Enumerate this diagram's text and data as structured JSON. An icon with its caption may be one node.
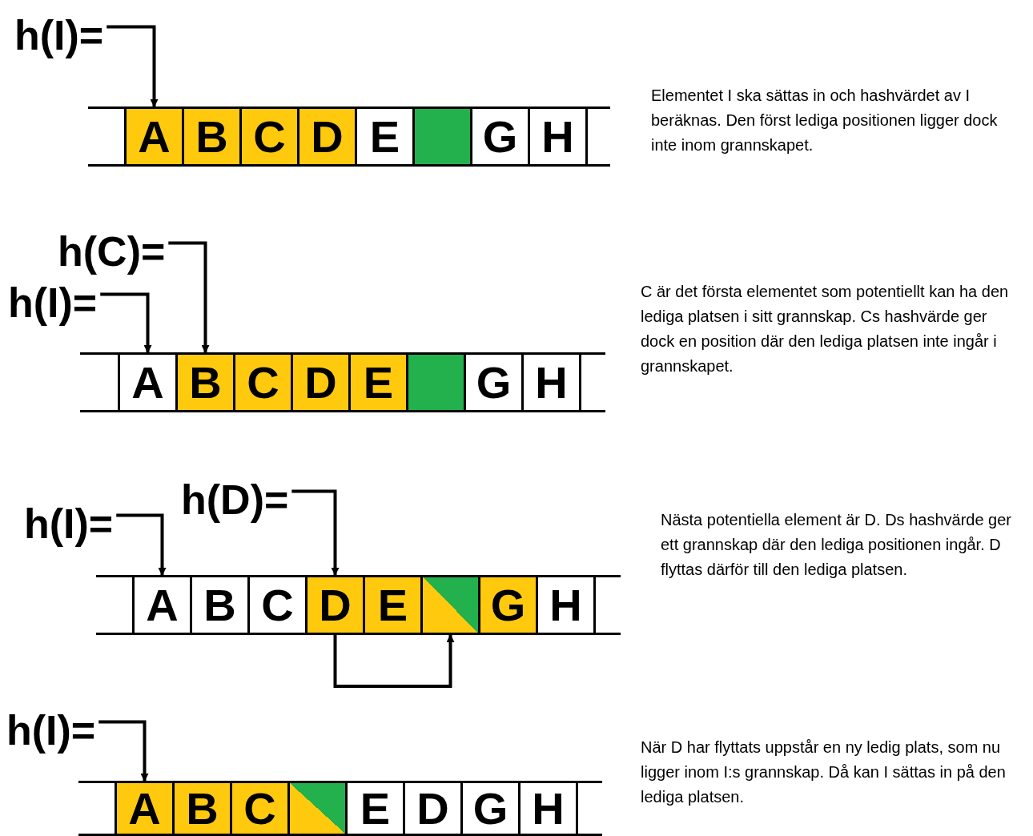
{
  "diagram": {
    "nodes": [
      {
        "text": [
          "h(I)="
        ]
      },
      {
        "text": [
          "A"
        ]
      },
      {
        "text": [
          "B"
        ]
      },
      {
        "text": [
          "C"
        ]
      },
      {
        "text": [
          "D"
        ]
      },
      {
        "text": [
          "E"
        ]
      },
      {
        "text": [],
        "shape": "box"
      },
      {
        "text": [
          "G"
        ]
      },
      {
        "text": [
          "H"
        ]
      },
      {
        "text": [
          "h(C)="
        ]
      },
      {
        "text": [
          "h(I)="
        ]
      },
      {
        "text": [
          "A"
        ]
      },
      {
        "text": [
          "B"
        ]
      },
      {
        "text": [
          "C"
        ]
      },
      {
        "text": [
          "D"
        ]
      },
      {
        "text": [
          "E"
        ]
      },
      {
        "text": [],
        "shape": "box"
      },
      {
        "text": [
          "G"
        ]
      },
      {
        "text": [
          "H"
        ]
      },
      {
        "text": [
          "h(I)="
        ]
      },
      {
        "text": [
          "h(D)="
        ]
      },
      {
        "text": [
          "A"
        ]
      },
      {
        "text": [
          "B"
        ]
      },
      {
        "text": [
          "C"
        ]
      },
      {
        "text": [
          "D"
        ]
      },
      {
        "text": [
          "E"
        ]
      },
      {
        "text": [],
        "shape": "box"
      },
      {
        "text": [
          "G"
        ]
      },
      {
        "text": [
          "H"
        ]
      },
      {
        "text": [
          "h(I)="
        ]
      },
      {
        "text": [
          "A"
        ]
      },
      {
        "text": [
          "B"
        ]
      },
      {
        "text": [
          "C"
        ]
      },
      {
        "text": [],
        "shape": "box"
      },
      {
        "text": [
          "E"
        ]
      },
      {
        "text": [
          "D"
        ]
      },
      {
        "text": [
          "G"
        ]
      },
      {
        "text": [
          "H"
        ]
      }
    ],
    "edges": [
      {
        "from": 0,
        "to": 1,
        "arrow": "to"
      },
      {
        "from": 9,
        "to": 12,
        "arrow": "to"
      },
      {
        "from": 10,
        "to": 11,
        "arrow": "to"
      },
      {
        "from": 19,
        "to": 21,
        "arrow": "to"
      },
      {
        "from": 20,
        "to": 24,
        "arrow": "to"
      },
      {
        "from": 24,
        "to": 26,
        "arrow": "to"
      },
      {
        "from": 29,
        "to": 30,
        "arrow": "to"
      }
    ],
    "labels": [
      "Elementet I ska sättas in och hashvärdet av I beräknas. Den först lediga positionen ligger dock inte inom grannskapet.",
      "C är det första elementet som potentiellt kan ha den lediga platsen i sitt grannskap. Cs hashvärde ger dock en position där den lediga platsen inte ingår i grannskapet.",
      "Nästa potentiella element är D. Ds hashvärde ger ett grannskap där den lediga positionen ingår. D flyttas därför till den lediga platsen.",
      "När D har flyttats uppstår en ny ledig plats, som nu ligger inom I:s grannskap. Då kan I sättas in på den lediga platsen."
    ]
  }
}
